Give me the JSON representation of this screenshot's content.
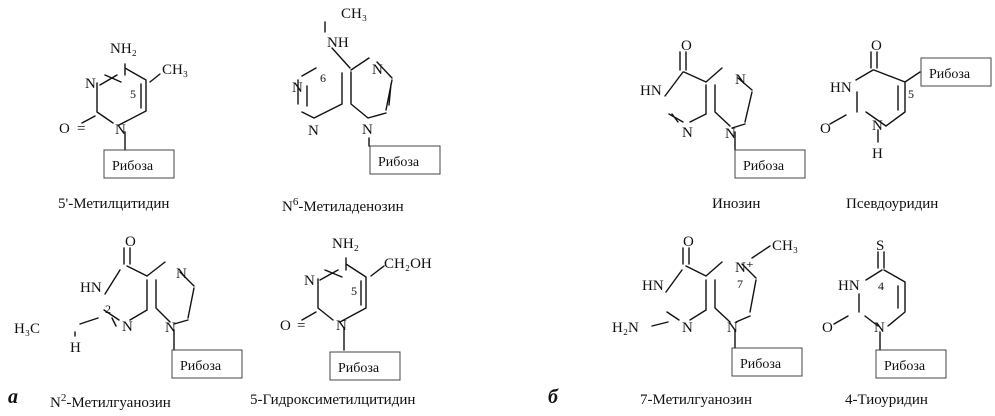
{
  "panels": {
    "a": "а",
    "b": "б"
  },
  "sugar": "Рибоза",
  "captions": {
    "m5c": "5'-Метилцитидин",
    "m6a_prefix": "N",
    "m6a_sup": "6",
    "m6a_rest": "-Метиладенозин",
    "inosine": "Инозин",
    "pseudouridine": "Псевдоуридин",
    "m2g_prefix": "N",
    "m2g_sup": "2",
    "m2g_rest": "-Метилгуанозин",
    "hm5c": "5-Гидроксиметилцитидин",
    "m7g": "7-Метилгуанозин",
    "s4u": "4-Тиоуридин"
  },
  "atoms": {
    "n": "N",
    "o": "O",
    "s": "S",
    "nh": "NH",
    "hn": "HN",
    "h": "H",
    "nh2": "NH₂",
    "h2n": "H₂N",
    "ch3": "CH₃",
    "h3c": "H₃C",
    "ch2oh": "CH₂OH",
    "nplus": "N⁺"
  },
  "numbers": {
    "n2": "2",
    "n4": "4",
    "n5": "5",
    "n6": "6",
    "n7": "7"
  }
}
